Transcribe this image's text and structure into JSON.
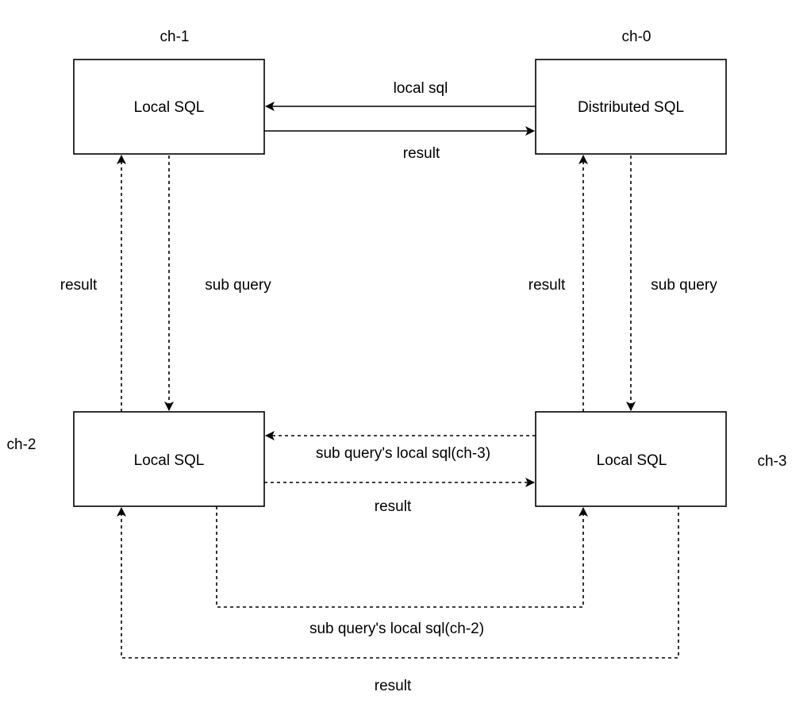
{
  "nodes": {
    "ch1": {
      "tag": "ch-1",
      "label": "Local SQL"
    },
    "ch0": {
      "tag": "ch-0",
      "label": "Distributed SQL"
    },
    "ch2": {
      "tag": "ch-2",
      "label": "Local SQL"
    },
    "ch3": {
      "tag": "ch-3",
      "label": "Local SQL"
    }
  },
  "edges": {
    "ch0_to_ch1": "local sql",
    "ch1_to_ch0": "result",
    "ch2_to_ch1": "result",
    "ch1_to_ch2": "sub query",
    "ch3_to_ch0": "result",
    "ch0_to_ch3": "sub query",
    "ch3_to_ch2": "sub query's local sql(ch-3)",
    "ch2_to_ch3": "result",
    "ch2_to_ch3_bottom": "sub query's local sql(ch-2)",
    "ch3_to_ch2_bottom": "result"
  },
  "style": {
    "line_color": "#000000",
    "box_fill": "#ffffff"
  }
}
